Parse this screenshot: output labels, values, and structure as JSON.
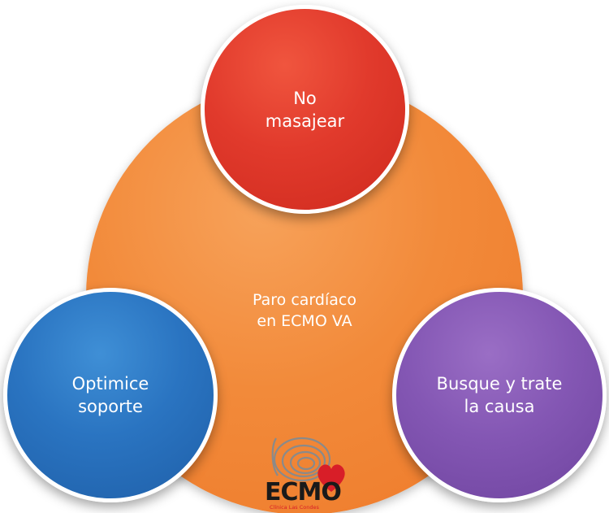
{
  "nodes": {
    "center": {
      "label": "Paro cardíaco\nen ECMO VA",
      "color": "#f28a3a"
    },
    "top": {
      "label": "No\nmasajear",
      "color": "#e13a2c"
    },
    "left": {
      "label": "Optimice\nsoporte",
      "color": "#2a74c1"
    },
    "right": {
      "label": "Busque y trate\nla causa",
      "color": "#8457b4"
    }
  },
  "logo": {
    "text": "ECMO",
    "subtext": "Clínica Las Condes"
  }
}
